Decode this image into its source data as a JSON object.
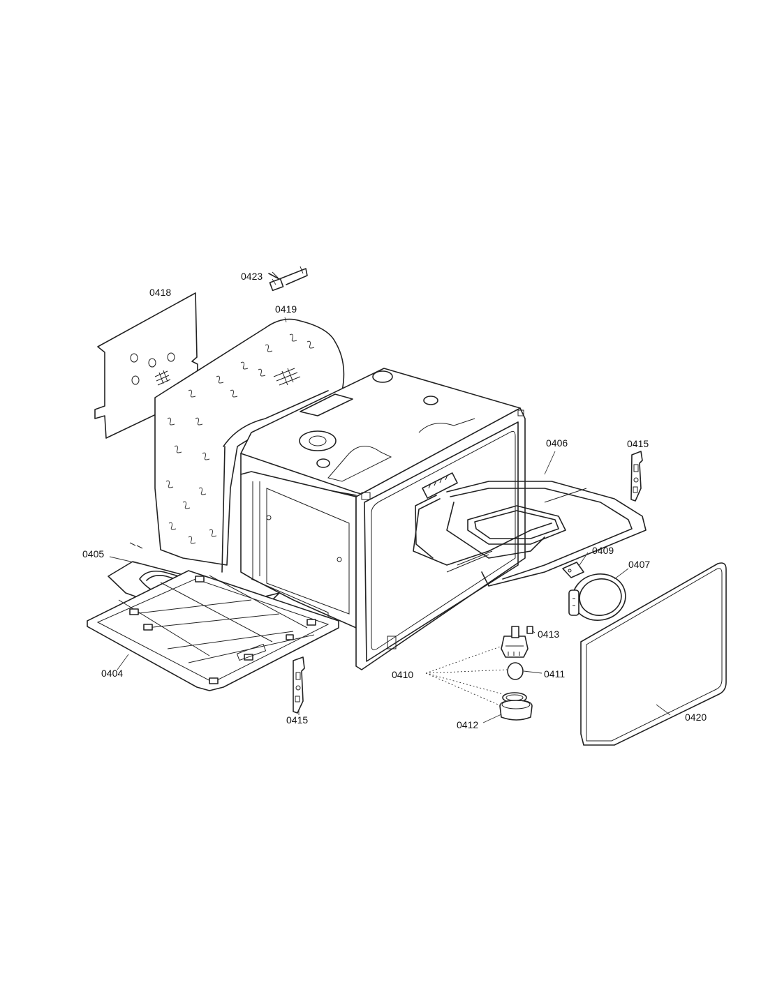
{
  "labels": {
    "p0423": "0423",
    "p0418": "0418",
    "p0419": "0419",
    "p0406": "0406",
    "p0415_top": "0415",
    "p0405": "0405",
    "p0409": "0409",
    "p0407": "0407",
    "p0413": "0413",
    "p0404": "0404",
    "p0410": "0410",
    "p0411": "0411",
    "p0415_bottom": "0415",
    "p0412": "0412",
    "p0420": "0420"
  }
}
